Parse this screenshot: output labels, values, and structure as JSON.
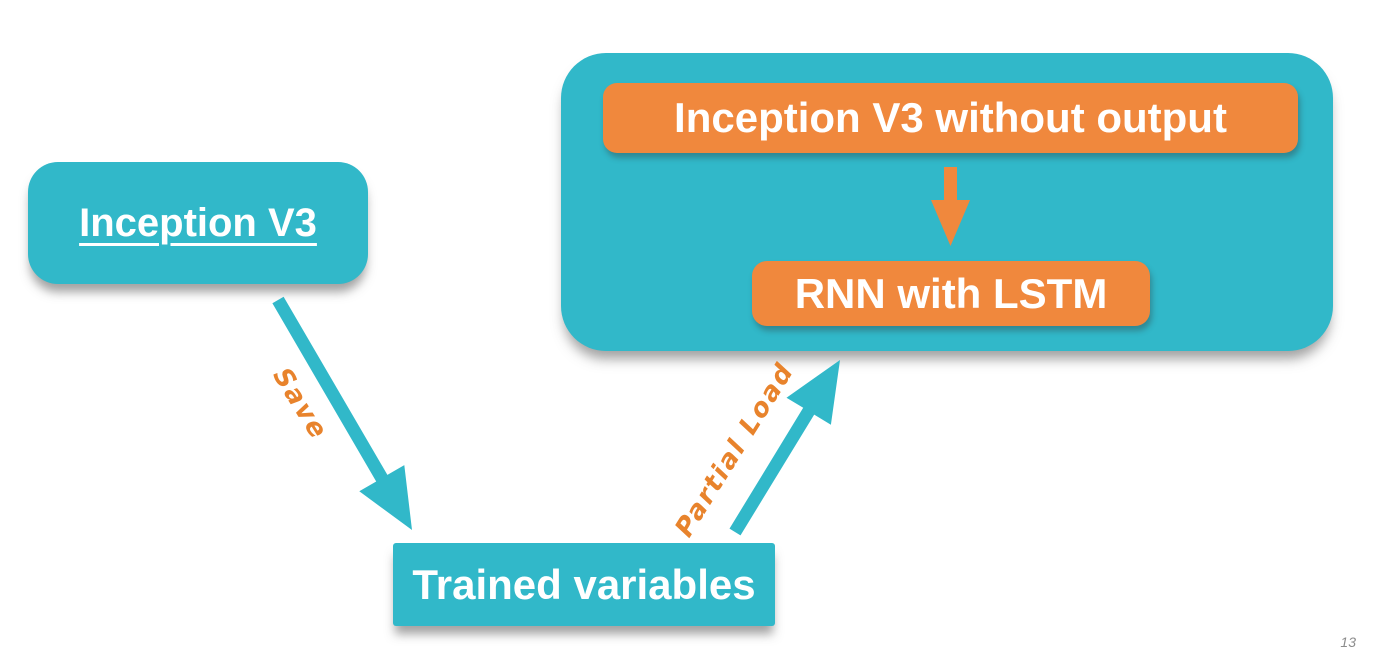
{
  "slide": {
    "page_number": "13",
    "colors": {
      "teal": "#31B8C9",
      "orange": "#F0883D",
      "edge_label_orange": "#E8832C",
      "node_text": "#FFFFFF",
      "page_number_gray": "#8C8C8C",
      "background": "#FFFFFF"
    },
    "nodes": {
      "inception_v3": {
        "label": "Inception V3"
      },
      "inception_no_output": {
        "label": "Inception V3 without output"
      },
      "rnn_lstm": {
        "label": "RNN with LSTM"
      },
      "trained_variables": {
        "label": "Trained variables"
      }
    },
    "edges": {
      "save": {
        "label": "Save",
        "from": "Inception V3",
        "to": "Trained variables"
      },
      "partial_load": {
        "label": "Partial Load",
        "from": "Trained variables",
        "to": "RNN with LSTM group"
      },
      "feed": {
        "label": "",
        "from": "Inception V3 without output",
        "to": "RNN with LSTM"
      }
    }
  }
}
